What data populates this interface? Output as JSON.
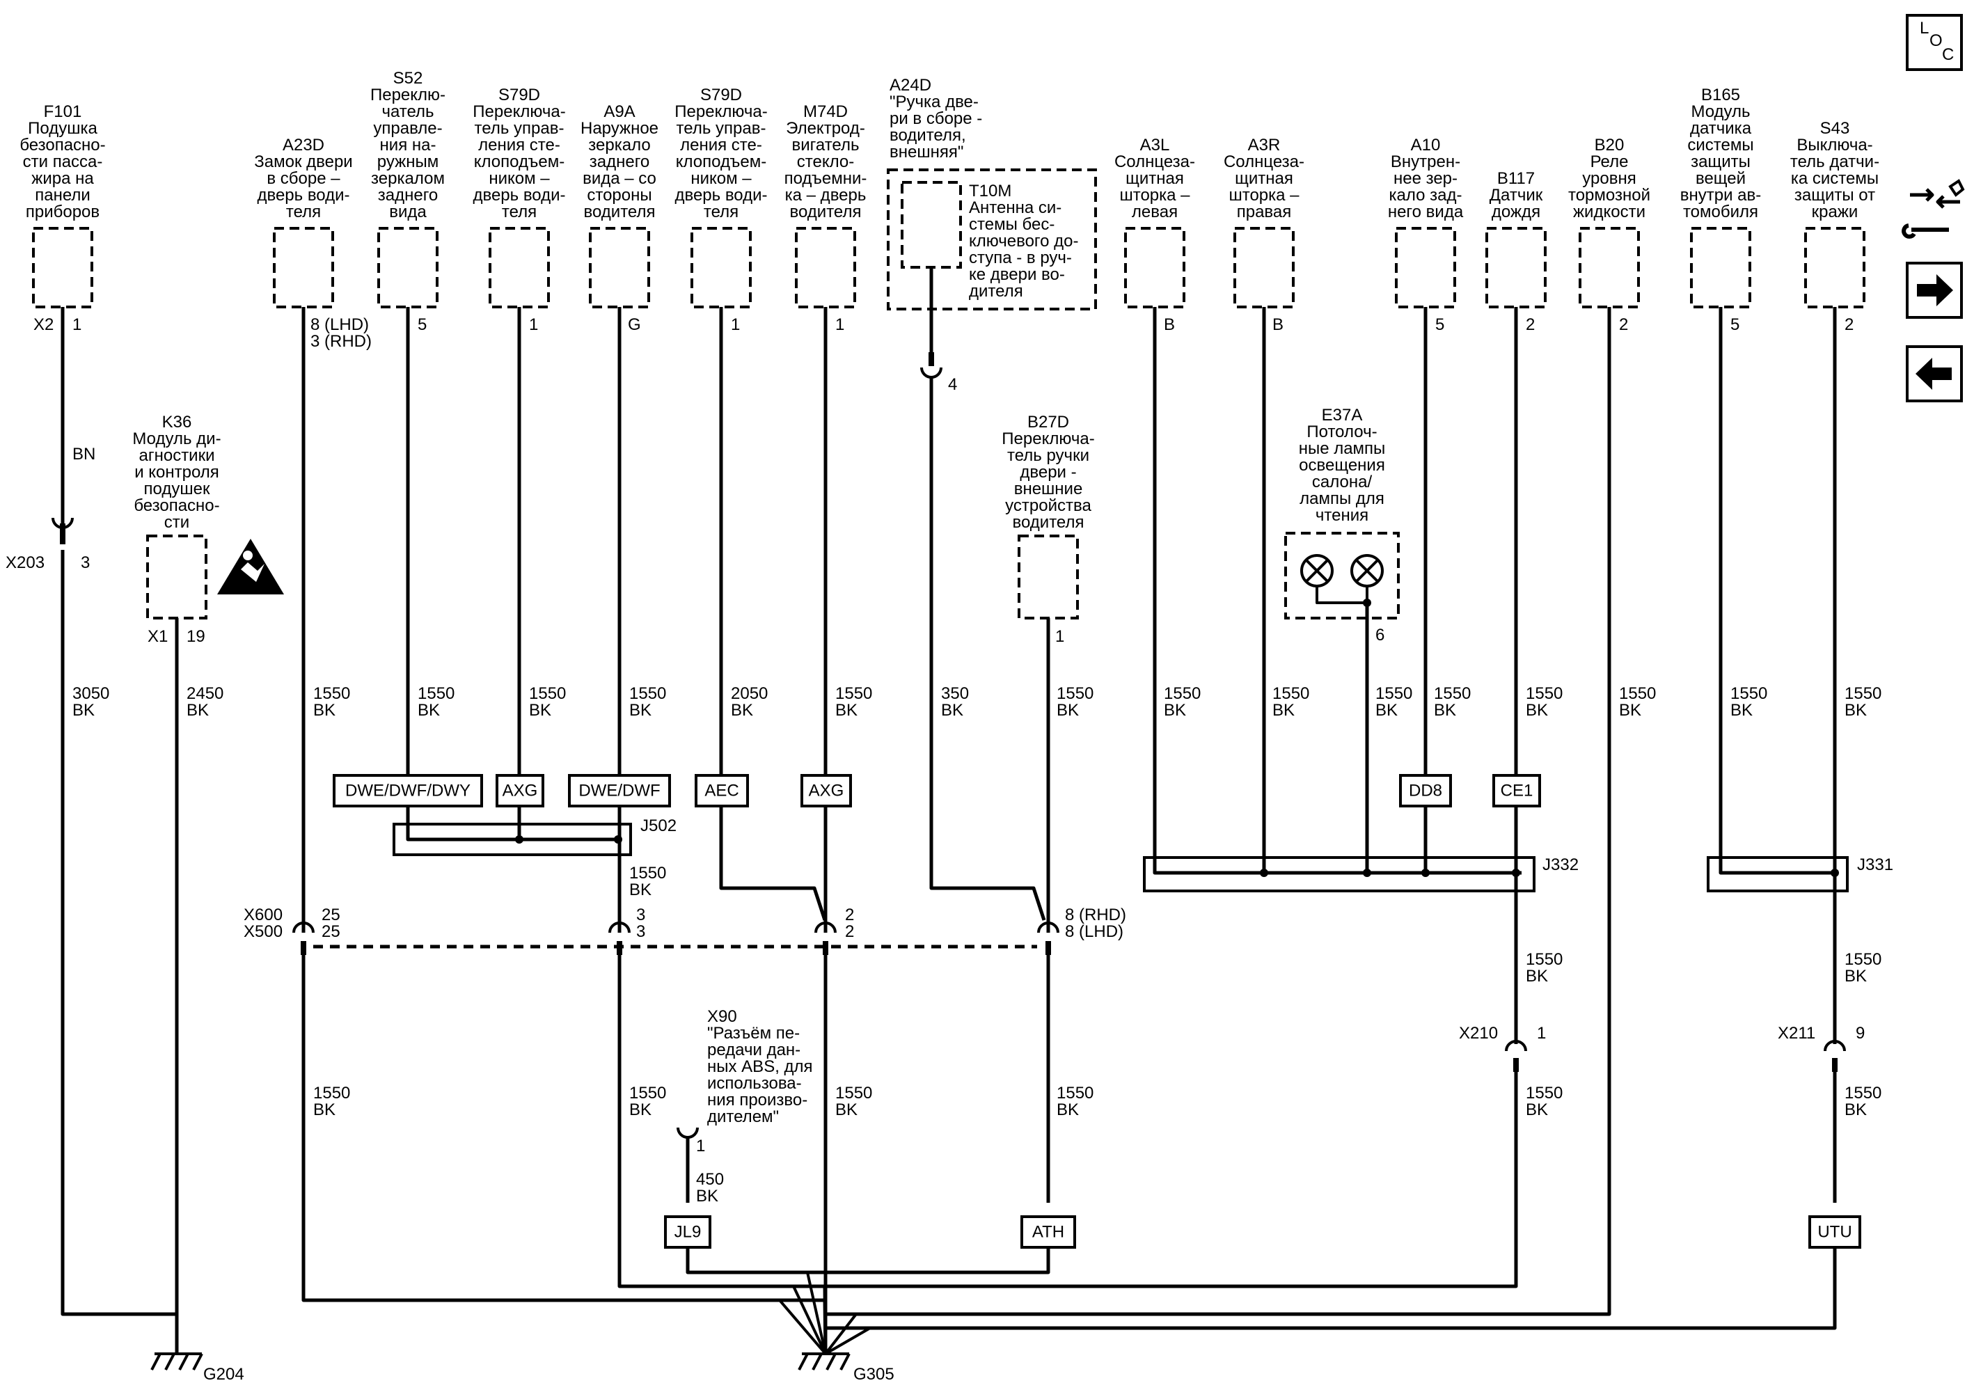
{
  "components": {
    "f101": {
      "id": "F101",
      "lines": [
        "Подушка",
        "безопасно-",
        "сти пасса-",
        "жира на",
        "панели",
        "приборов"
      ],
      "conn": "X2",
      "pin": "1"
    },
    "a23d": {
      "id": "A23D",
      "lines": [
        "Замок двери",
        "в сборе –",
        "дверь води-",
        "теля"
      ],
      "pin1": "8 (LHD)",
      "pin2": "3 (RHD)"
    },
    "s52": {
      "id": "S52",
      "lines": [
        "Переклю-",
        "чатель",
        "управле-",
        "ния на-",
        "ружным",
        "зеркалом",
        "заднего",
        "вида"
      ],
      "pin": "5"
    },
    "s79d_a": {
      "id": "S79D",
      "lines": [
        "Переключа-",
        "тель управ-",
        "ления сте-",
        "клоподъем-",
        "ником –",
        "дверь води-",
        "теля"
      ],
      "pin": "1"
    },
    "a9a": {
      "id": "A9A",
      "lines": [
        "Наружное",
        "зеркало",
        "заднего",
        "вида – со",
        "стороны",
        "водителя"
      ],
      "pin": "G"
    },
    "s79d_b": {
      "id": "S79D",
      "lines": [
        "Переключа-",
        "тель управ-",
        "ления сте-",
        "клоподъем-",
        "ником –",
        "дверь води-",
        "теля"
      ],
      "pin": "1"
    },
    "m74d": {
      "id": "M74D",
      "lines": [
        "Электрод-",
        "вигатель",
        "стекло-",
        "подъемни-",
        "ка – дверь",
        "водителя"
      ],
      "pin": "1"
    },
    "a24d": {
      "id": "A24D",
      "lines": [
        "\"Ручка две-",
        "ри в сборе -",
        "водителя,",
        "внешняя\""
      ]
    },
    "t10m": {
      "id": "T10M",
      "lines": [
        "Антенна си-",
        "стемы бес-",
        "ключевого до-",
        "ступа - в руч-",
        "ке двери во-",
        "дителя"
      ],
      "pin": "4"
    },
    "a3l": {
      "id": "A3L",
      "lines": [
        "Солнцеза-",
        "щитная",
        "шторка –",
        "левая"
      ],
      "pin": "B"
    },
    "a3r": {
      "id": "A3R",
      "lines": [
        "Солнцеза-",
        "щитная",
        "шторка –",
        "правая"
      ],
      "pin": "B"
    },
    "a10": {
      "id": "A10",
      "lines": [
        "Внутрен-",
        "нее зер-",
        "кало зад-",
        "него вида"
      ],
      "pin": "5"
    },
    "b117": {
      "id": "B117",
      "lines": [
        "Датчик",
        "дождя"
      ],
      "pin": "2"
    },
    "b20": {
      "id": "B20",
      "lines": [
        "Реле",
        "уровня",
        "тормозной",
        "жидкости"
      ],
      "pin": "2"
    },
    "b165": {
      "id": "B165",
      "lines": [
        "Модуль",
        "датчика",
        "системы",
        "защиты",
        "вещей",
        "внутри ав-",
        "томобиля"
      ],
      "pin": "5"
    },
    "s43": {
      "id": "S43",
      "lines": [
        "Выключа-",
        "тель датчи-",
        "ка системы",
        "защиты от",
        "кражи"
      ],
      "pin": "2"
    },
    "k36": {
      "id": "K36",
      "lines": [
        "Модуль ди-",
        "агностики",
        "и контроля",
        "подушек",
        "безопасно-",
        "сти"
      ],
      "conn": "X1",
      "pin": "19"
    },
    "b27d": {
      "id": "B27D",
      "lines": [
        "Переключа-",
        "тель ручки",
        "двери -",
        "внешние",
        "устройства",
        "водителя"
      ],
      "pin": "1"
    },
    "e37a": {
      "id": "E37A",
      "lines": [
        "Потолоч-",
        "ные лампы",
        "освещения",
        "салона/",
        "лампы для",
        "чтения"
      ],
      "pin": "6"
    },
    "x90": {
      "id": "X90",
      "lines": [
        "\"Разъём пе-",
        "редачи дан-",
        "ных ABS, для",
        "использова-",
        "ния произво-",
        "дителем\""
      ],
      "pin": "1"
    }
  },
  "wires": {
    "f101_upper": [
      "BN"
    ],
    "f101_lower": [
      "3050",
      "BK"
    ],
    "k36": [
      "2450",
      "BK"
    ],
    "a23d": [
      "1550",
      "BK"
    ],
    "s52": [
      "1550",
      "BK"
    ],
    "s79d_a": [
      "1550",
      "BK"
    ],
    "a9a": [
      "1550",
      "BK"
    ],
    "a9a_mid": [
      "1550",
      "BK"
    ],
    "s79d_b": [
      "2050",
      "BK"
    ],
    "m74d": [
      "1550",
      "BK"
    ],
    "t10m": [
      "350",
      "BK"
    ],
    "b27d": [
      "1550",
      "BK"
    ],
    "a3l": [
      "1550",
      "BK"
    ],
    "a3r": [
      "1550",
      "BK"
    ],
    "e37a": [
      "1550",
      "BK"
    ],
    "a10": [
      "1550",
      "BK"
    ],
    "b117": [
      "1550",
      "BK"
    ],
    "b20": [
      "1550",
      "BK"
    ],
    "b165": [
      "1550",
      "BK"
    ],
    "s43": [
      "1550",
      "BK"
    ],
    "ce1_lower": [
      "1550",
      "BK"
    ],
    "utu_lower": [
      "1550",
      "BK"
    ],
    "x210_lower": [
      "1550",
      "BK"
    ],
    "x211_lower": [
      "1550",
      "BK"
    ],
    "a23d_lower": [
      "1550",
      "BK"
    ],
    "a9a_lower": [
      "1550",
      "BK"
    ],
    "m74d_lower": [
      "1550",
      "BK"
    ],
    "b27d_lower": [
      "1550",
      "BK"
    ],
    "x90": [
      "450",
      "BK"
    ]
  },
  "connectors": {
    "x203": {
      "name": "X203",
      "pin": "3"
    },
    "x600": {
      "name": "X600",
      "pin": "25"
    },
    "x500": {
      "name": "X500",
      "pin": "25"
    },
    "x600_a9a": {
      "pin1": "3",
      "pin2": "3"
    },
    "x600_m74d": {
      "pin1": "2",
      "pin2": "2"
    },
    "x600_b27d": {
      "pin1": "8 (RHD)",
      "pin2": "8 (LHD)"
    },
    "x210": {
      "name": "X210",
      "pin": "1"
    },
    "x211": {
      "name": "X211",
      "pin": "9"
    }
  },
  "option_boxes": {
    "dwe_dwf_dwy": "DWE/DWF/DWY",
    "axg_1": "AXG",
    "dwe_dwf": "DWE/DWF",
    "aec": "AEC",
    "axg_2": "AXG",
    "dd8": "DD8",
    "ce1": "CE1",
    "jl9": "JL9",
    "ath": "ATH",
    "utu": "UTU"
  },
  "splices": {
    "j502": "J502",
    "j332": "J332",
    "j331": "J331"
  },
  "grounds": {
    "g204": "G204",
    "g305": "G305"
  },
  "loc": {
    "l": "L",
    "o": "O",
    "c": "C"
  },
  "nav": {
    "info_icon": "connector-wrench-icon",
    "next_icon": "arrow-right-icon",
    "prev_icon": "arrow-left-icon"
  }
}
